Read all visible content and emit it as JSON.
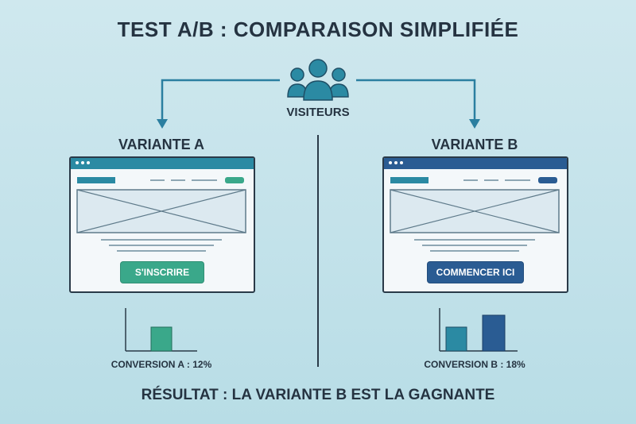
{
  "title": "TEST A/B : COMPARAISON SIMPLIFIÉE",
  "visitors": {
    "label": "VISITEURS",
    "icon": "people-group-icon"
  },
  "variant_a": {
    "title": "VARIANTE A",
    "button_label": "S'INSCRIRE",
    "accent": "#2e9e86",
    "header_color": "#2b8aa3",
    "conversion_label": "CONVERSION A : 12%",
    "chart_values": [
      12
    ]
  },
  "variant_b": {
    "title": "VARIANTE B",
    "button_label": "COMMENCER ICI",
    "accent": "#2a5c93",
    "header_color": "#2a5c93",
    "conversion_label": "CONVERSION B : 18%",
    "chart_values": [
      12,
      18
    ]
  },
  "result": "RÉSULTAT : LA VARIANTE B EST LA GAGNANTE",
  "colors": {
    "background": "#c3e2ea",
    "arrow": "#2b7fa0",
    "teal": "#2b8aa3",
    "green": "#3aa88a",
    "navy": "#2a5c93"
  }
}
